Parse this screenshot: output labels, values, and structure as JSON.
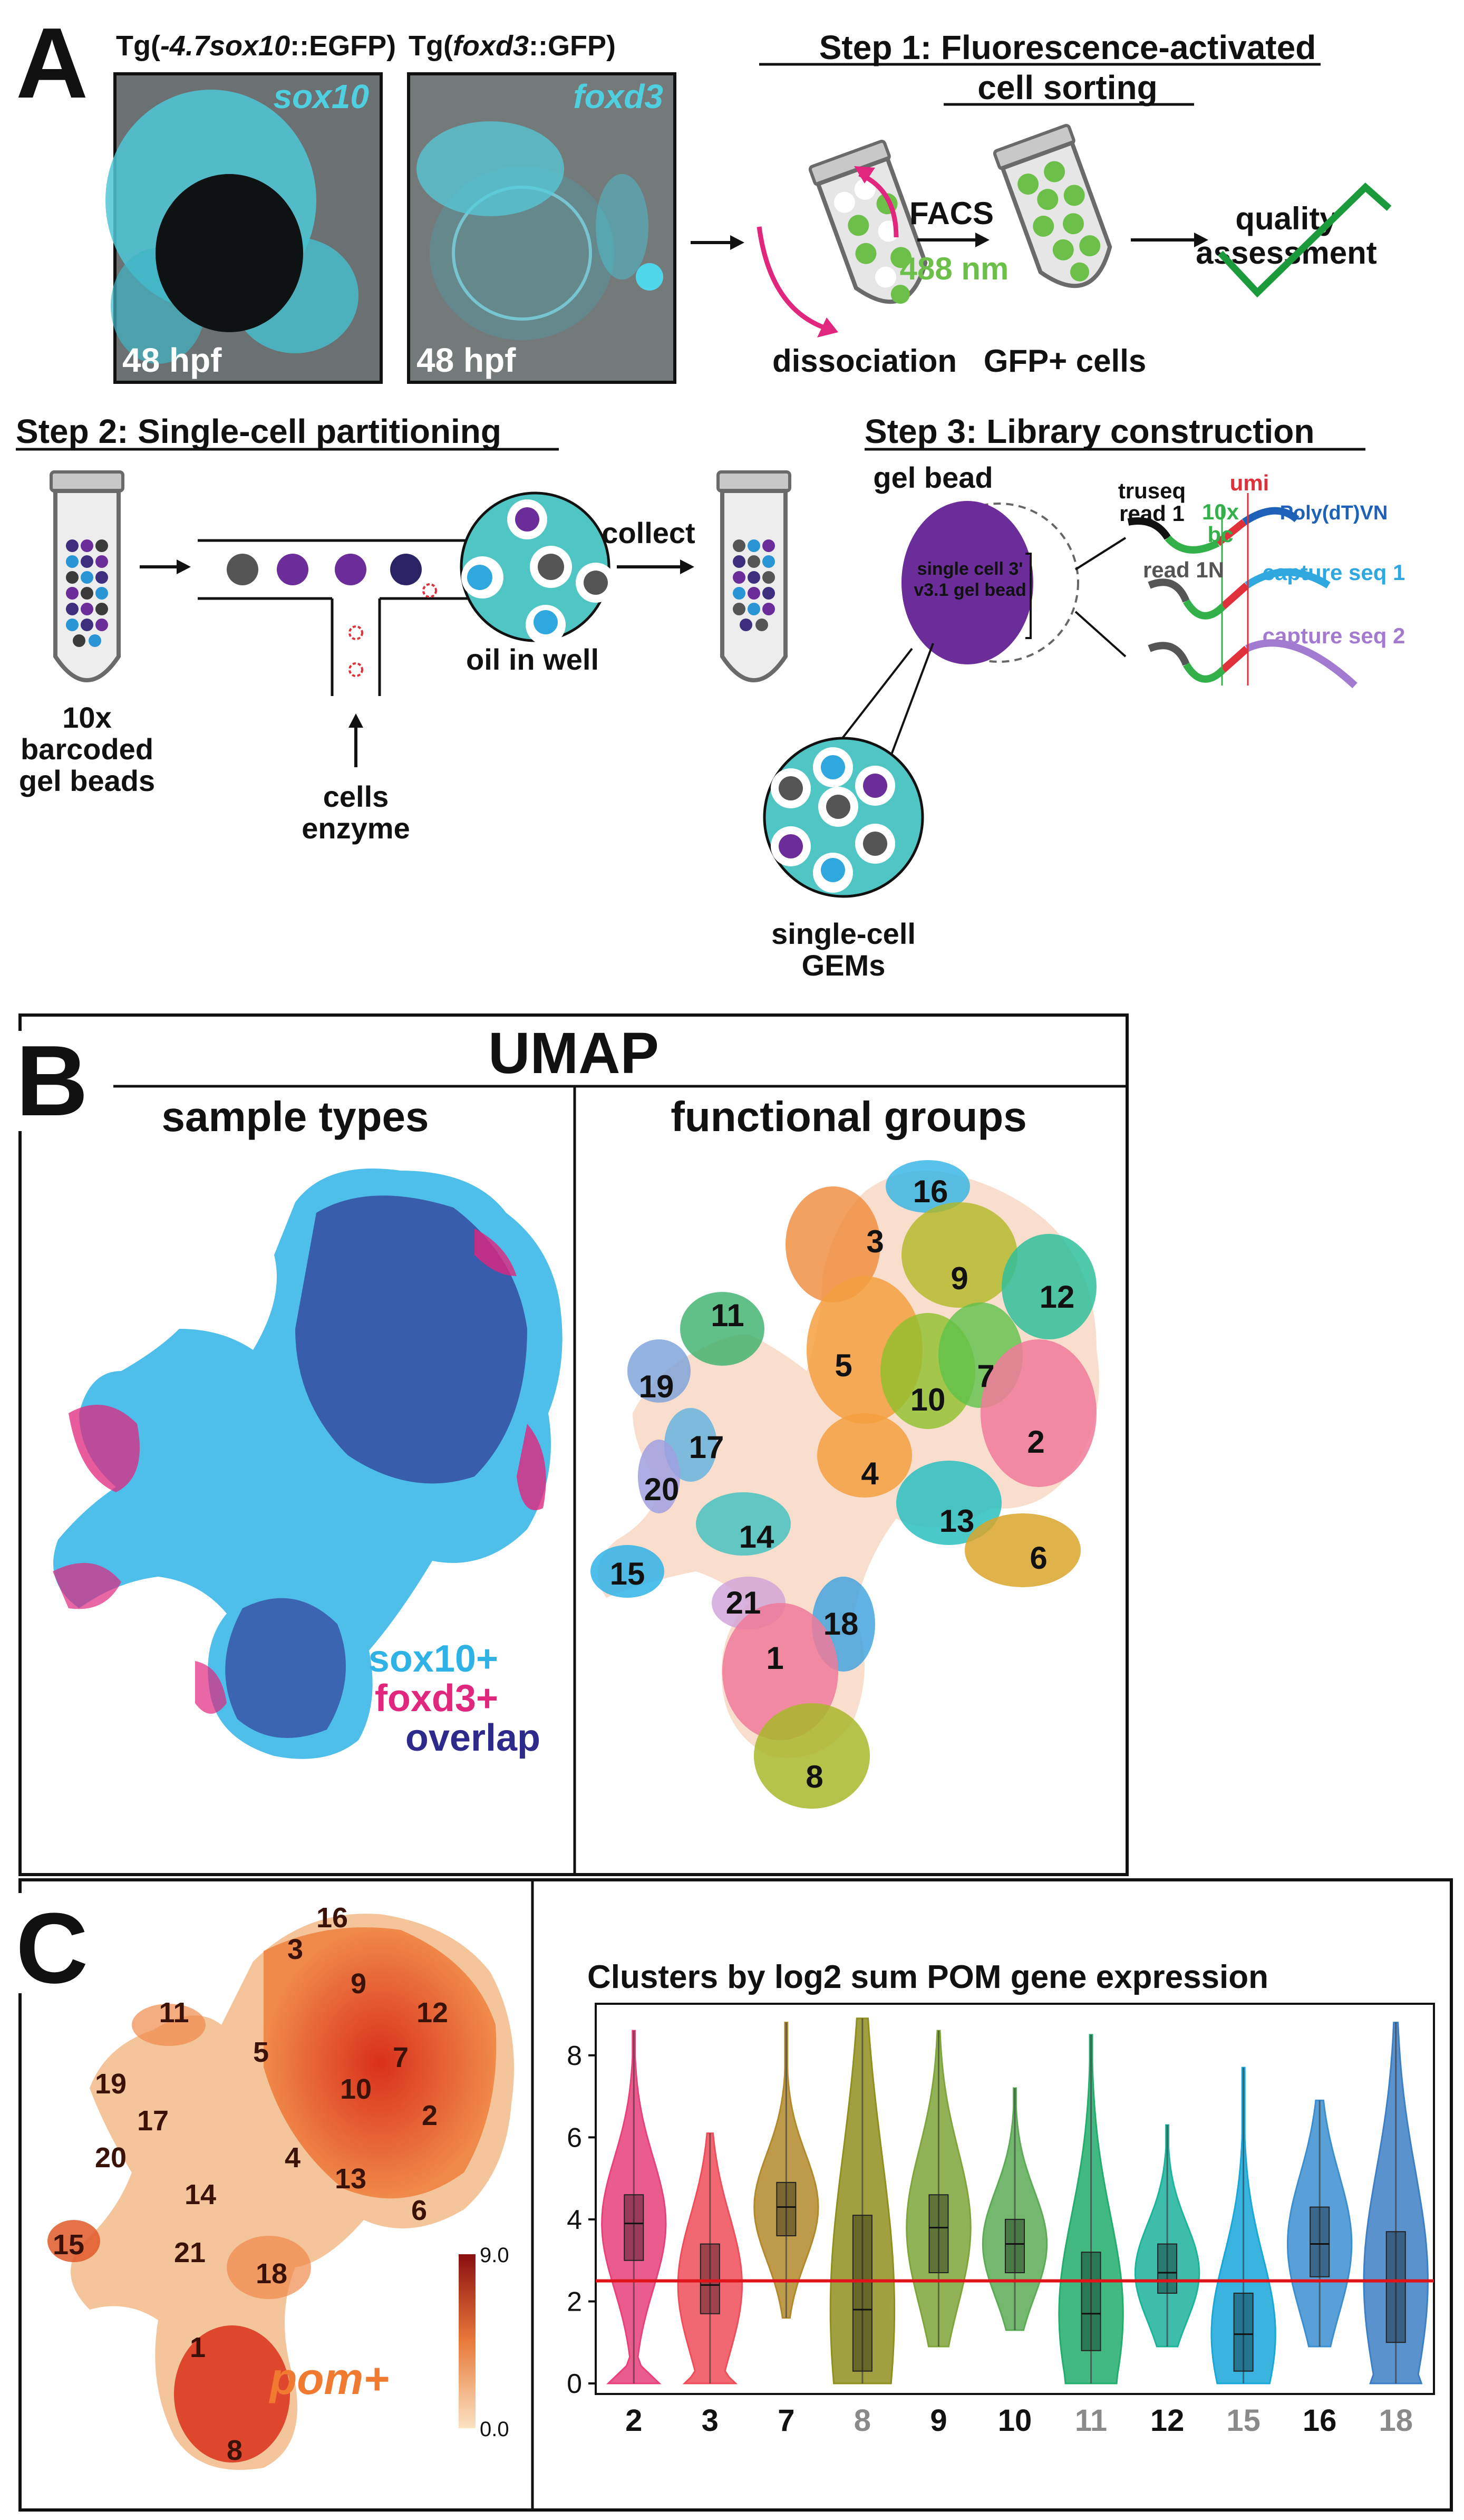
{
  "panel_a": {
    "letter": "A",
    "micrographs": [
      {
        "title_prefix": "Tg(",
        "title_italic": "-4.7sox10",
        "title_suffix": "::EGFP)",
        "gene": "sox10",
        "stage": "48 hpf"
      },
      {
        "title_prefix": "Tg(",
        "title_italic": "foxd3",
        "title_suffix": "::GFP)",
        "gene": "foxd3",
        "stage": "48 hpf"
      }
    ],
    "step1": {
      "title_line1": "Step 1: Fluorescence-activated",
      "title_line2": "cell sorting",
      "facs": "FACS",
      "wavelength": "488 nm",
      "dissociation": "dissociation",
      "gfp_cells": "GFP+ cells",
      "quality_line1": "quality",
      "quality_line2": "assessment"
    },
    "step2": {
      "title": "Step 2: Single-cell partitioning",
      "beads_line1": "10x",
      "beads_line2": "barcoded",
      "beads_line3": "gel beads",
      "cells_line1": "cells",
      "cells_line2": "enzyme",
      "oil": "oil in well",
      "collect": "collect"
    },
    "step3": {
      "title": "Step 3: Library construction",
      "gel_bead": "gel bead",
      "bead_label_line1": "single cell 3'",
      "bead_label_line2": "v3.1 gel bead",
      "gems_line1": "single-cell",
      "gems_line2": "GEMs",
      "truseq_line1": "truseq",
      "truseq_line2": "read 1",
      "bc_line1": "10x",
      "bc_line2": "bc",
      "umi": "umi",
      "polydt": "Poly(dT)VN",
      "read1n": "read 1N",
      "capture1": "capture seq 1",
      "capture2": "capture seq 2"
    }
  },
  "panel_b": {
    "letter": "B",
    "title": "UMAP",
    "left_title": "sample types",
    "right_title": "functional groups",
    "legend": [
      "sox10+",
      "foxd3+",
      "overlap"
    ],
    "colors": {
      "sox10": "#2fb3e6",
      "foxd3": "#e0267d",
      "overlap": "#2e2a8c"
    },
    "cluster_labels": [
      "1",
      "2",
      "3",
      "4",
      "5",
      "6",
      "7",
      "8",
      "9",
      "10",
      "11",
      "12",
      "13",
      "14",
      "15",
      "16",
      "17",
      "18",
      "19",
      "20",
      "21"
    ]
  },
  "panel_c": {
    "letter": "C",
    "umap_label": "pom+",
    "scale_max": "9.0",
    "scale_min": "0.0",
    "chart_data": {
      "type": "violin",
      "title": "Clusters by log2 sum POM gene expression",
      "xlabel": "",
      "ylabel": "",
      "ylim": [
        0,
        9
      ],
      "yticks": [
        "0",
        "2",
        "4",
        "6",
        "8"
      ],
      "threshold": 2.5,
      "categories": [
        "2",
        "3",
        "7",
        "8",
        "9",
        "10",
        "11",
        "12",
        "15",
        "16",
        "18"
      ],
      "label_weight": [
        "bold",
        "bold",
        "bold",
        "gray",
        "bold",
        "bold",
        "gray",
        "bold",
        "gray",
        "bold",
        "gray"
      ],
      "colors": [
        "#e8407a",
        "#ee4d5a",
        "#b2892a",
        "#8f8f1e",
        "#7ea43a",
        "#5bab55",
        "#21ad6b",
        "#1cb39b",
        "#17a7d8",
        "#3b8fd0",
        "#3c7fc4"
      ],
      "min": [
        0,
        0,
        1.6,
        0,
        0.9,
        1.3,
        0,
        0.9,
        0,
        0.9,
        0
      ],
      "max": [
        8.6,
        6.1,
        8.8,
        8.9,
        8.6,
        7.2,
        8.5,
        6.3,
        7.7,
        6.9,
        8.8
      ],
      "q1": [
        3.0,
        1.7,
        3.6,
        0.3,
        2.7,
        2.7,
        0.8,
        2.2,
        0.3,
        2.6,
        1.0
      ],
      "median": [
        3.9,
        2.4,
        4.3,
        1.8,
        3.8,
        3.4,
        1.7,
        2.7,
        1.2,
        3.4,
        2.5
      ],
      "q3": [
        4.6,
        3.4,
        4.9,
        4.1,
        4.6,
        4.0,
        3.2,
        3.4,
        2.2,
        4.3,
        3.7
      ]
    }
  }
}
